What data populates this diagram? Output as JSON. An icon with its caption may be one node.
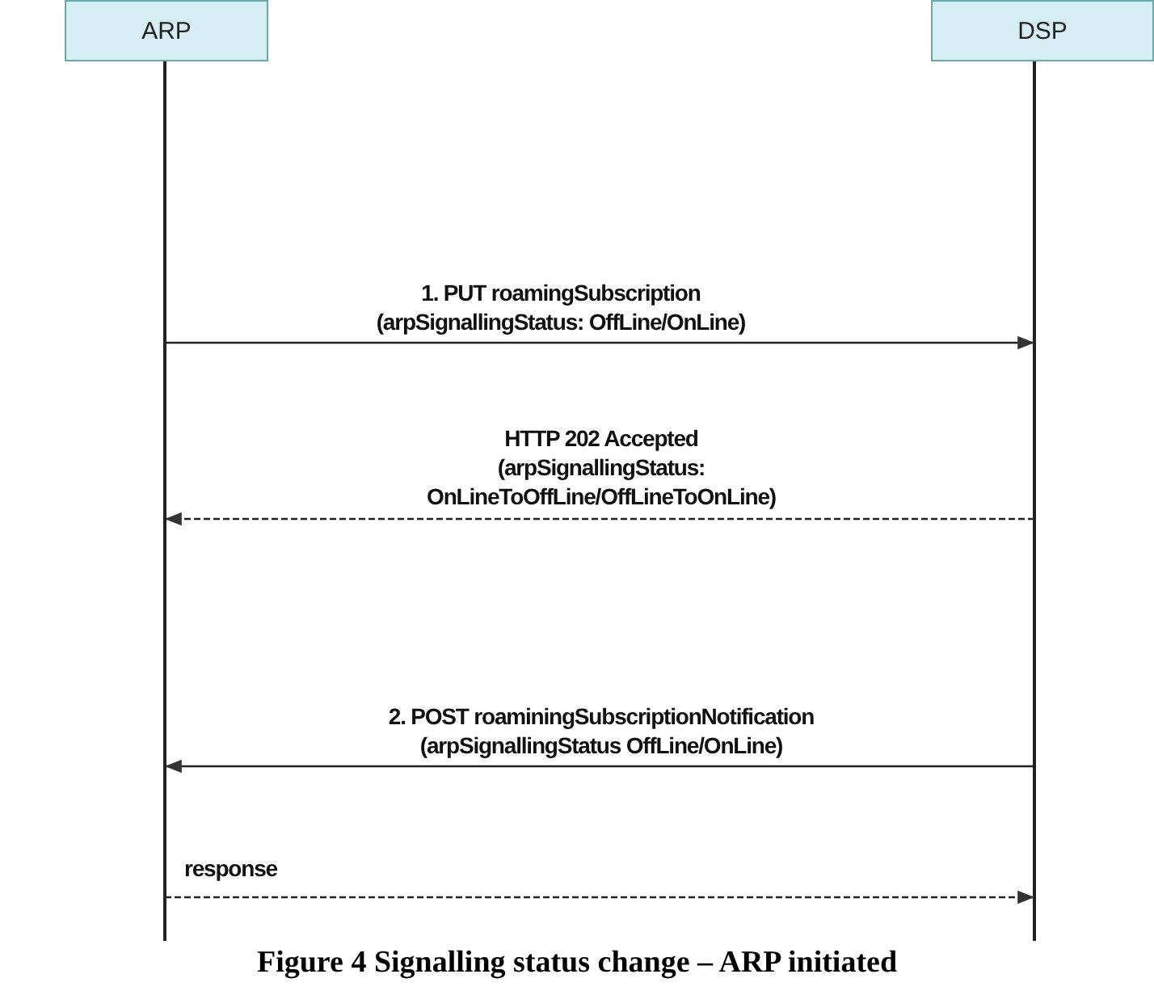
{
  "diagram": {
    "caption": "Figure 4 Signalling status change – ARP initiated",
    "nodes": [
      {
        "text": [
          "ARP"
        ]
      },
      {
        "text": [
          "DSP"
        ]
      }
    ],
    "edges": [
      {
        "from": 0,
        "to": 1,
        "arrow": "to",
        "label": "1. PUT roamingSubscription (arpSignallingStatus: OffLine/OnLine)"
      },
      {
        "from": 1,
        "to": 0,
        "arrow": "to",
        "style": "dashed",
        "label": "HTTP 202 Accepted (arpSignallingStatus: OnLineToOffLine/OffLineToOnLine)"
      },
      {
        "from": 1,
        "to": 0,
        "arrow": "to",
        "label": "2. POST roaminingSubscriptionNotification (arpSignallingStatus OffLine/OnLine)"
      },
      {
        "from": 0,
        "to": 1,
        "arrow": "to",
        "style": "dashed",
        "label": "response"
      }
    ]
  }
}
